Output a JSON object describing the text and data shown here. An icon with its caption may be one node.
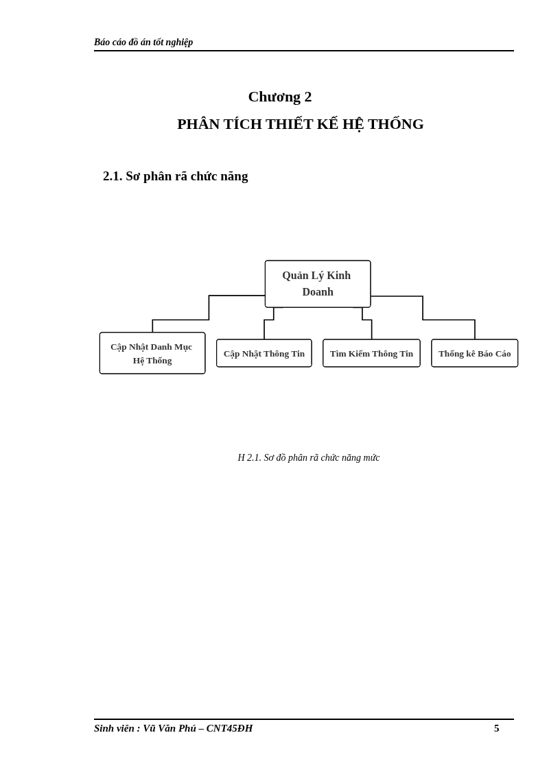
{
  "diagram": {
    "title": "PHÂN TÍCH THIẾT KẾ HỆ THỐNG",
    "caption": "H 2.1. Sơ đồ phân rã chức năng mức",
    "nodes": [
      {
        "text": [
          "Quản Lý Kinh Doanh"
        ]
      },
      {
        "text": [
          "Cập Nhật Danh Mục Hệ Thống"
        ]
      },
      {
        "text": [
          "Cập Nhật Thông Tin"
        ]
      },
      {
        "text": [
          "Tìm Kiếm Thông Tin"
        ]
      },
      {
        "text": [
          "Thống kê Báo Cáo"
        ]
      }
    ],
    "edges": [
      {
        "from": 0,
        "to": 1,
        "arrow": "none"
      },
      {
        "from": 0,
        "to": 2,
        "arrow": "none"
      },
      {
        "from": 0,
        "to": 3,
        "arrow": "none"
      },
      {
        "from": 0,
        "to": 4,
        "arrow": "none"
      }
    ],
    "labels": [
      "Báo cáo đồ án tốt nghiệp",
      "Chương 2",
      "2.1. Sơ phân rã  chức năng",
      "Sinh viên : Vũ Văn Phú – CNT45ĐH",
      "5"
    ]
  }
}
